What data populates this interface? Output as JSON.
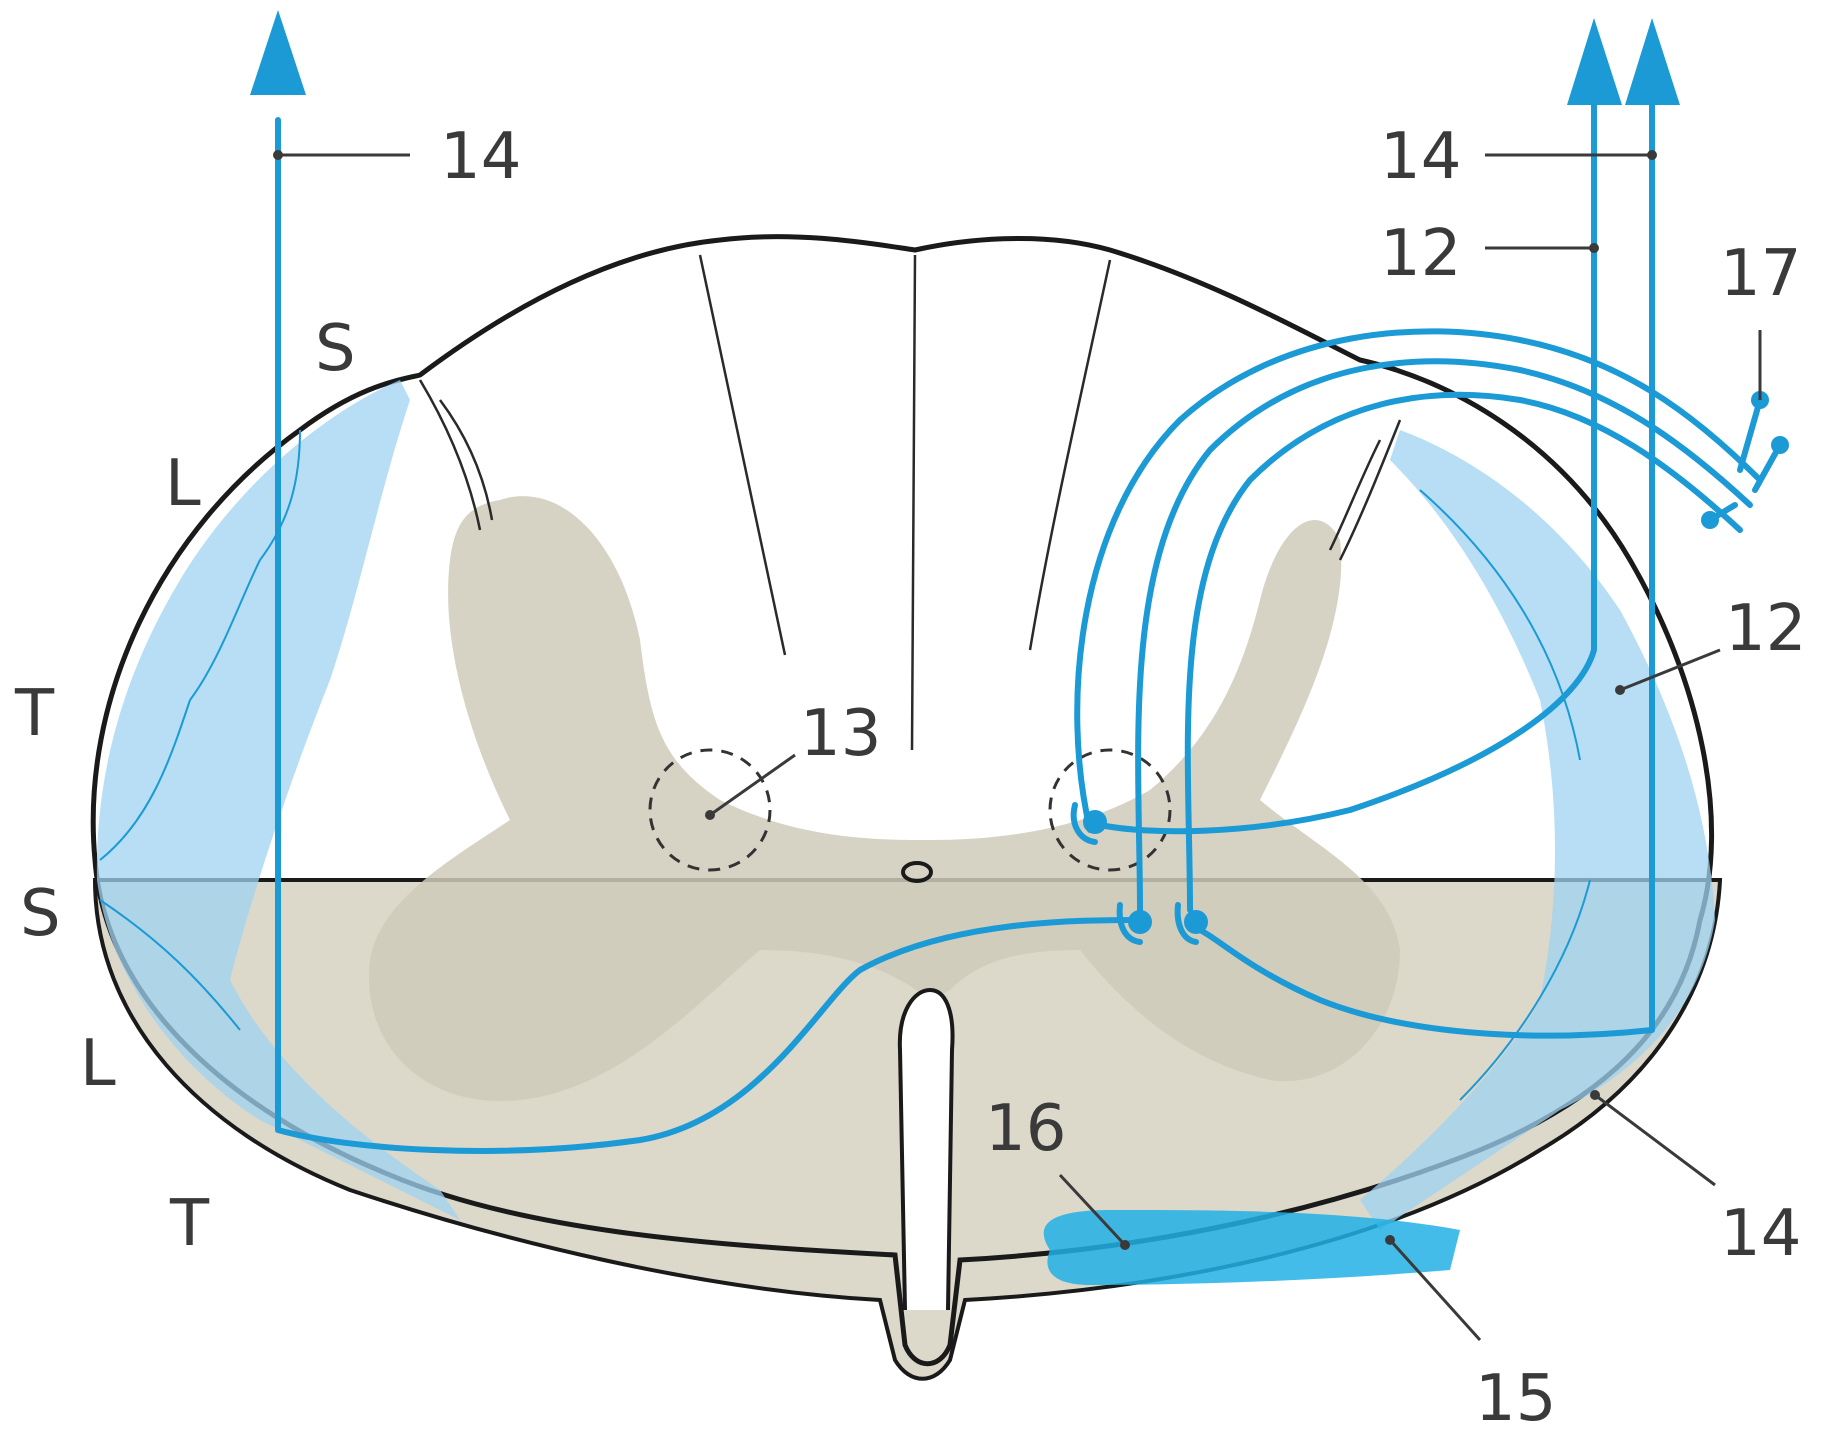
{
  "colors": {
    "pathway": "#1b9ad6",
    "tract_fill": "#9fd3f0",
    "white_matter": "#e9e6dc",
    "gray_matter": "#cfcbba",
    "label_text": "#3a3a3a"
  },
  "labels": {
    "l14_top_left": "14",
    "l14_top_right": "14",
    "l12_top": "12",
    "l17": "17",
    "l12_right": "12",
    "l13": "13",
    "l16": "16",
    "l14_bottom_right": "14",
    "l15": "15"
  },
  "somatotopy": {
    "upper": [
      "S",
      "L",
      "T"
    ],
    "lower": [
      "S",
      "L",
      "T"
    ]
  }
}
